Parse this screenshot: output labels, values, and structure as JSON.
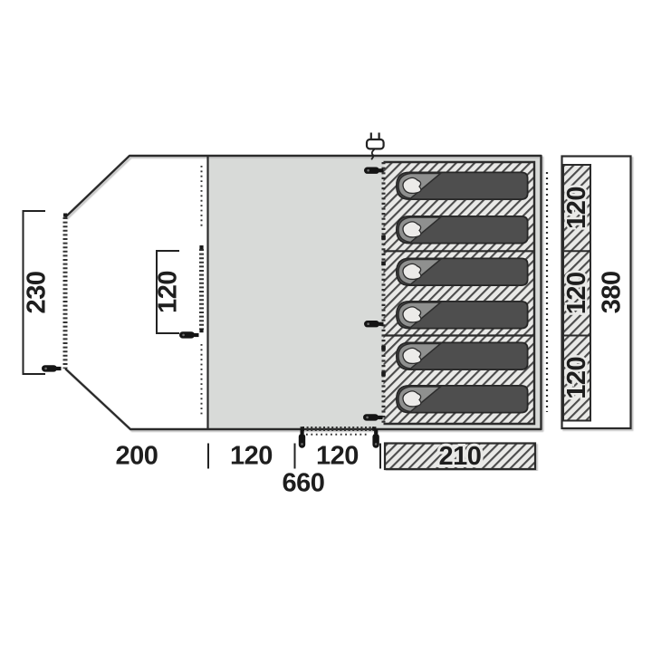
{
  "tent_plan": {
    "title": "tent floor plan with dimensions (cm)",
    "dims": {
      "porch_depth": "230",
      "inner_door_width": "120",
      "bottom": {
        "porch": "200",
        "living_a": "120",
        "living_b": "120",
        "bedroom": "210",
        "total": "660"
      },
      "side": {
        "cabin1": "120",
        "cabin2": "120",
        "cabin3": "120",
        "total": "380"
      }
    },
    "features": {
      "sleeping_bag_count": 6,
      "cabin_count": 3,
      "icons": [
        "power-plug-icon",
        "zipper-pull-icon"
      ]
    },
    "colors": {
      "outline": "#2b2b2b",
      "living_area_fill": "#d8dad8",
      "hatch_background": "#e9e9e7",
      "hatch_line": "#4b4b4b",
      "bag_body": "#4e4e4e",
      "bag_hood": "#8f908f",
      "bag_pillow": "#ecebe9",
      "zipper_pull": "#141414"
    }
  }
}
